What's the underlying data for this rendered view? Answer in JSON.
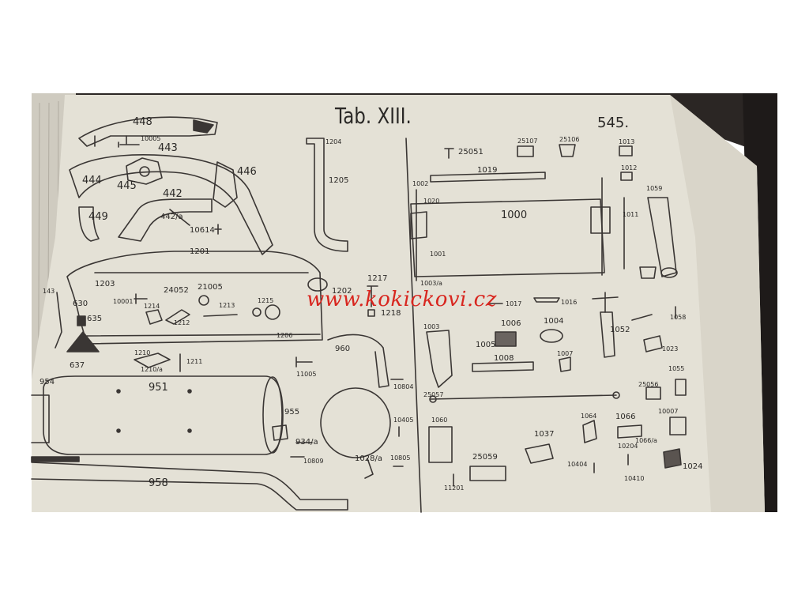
{
  "sheet": {
    "title": "Tab. XIII.",
    "page_number": "545.",
    "watermark": "www.kokickovi.cz"
  },
  "part_labels": [
    "448",
    "10005",
    "443",
    "446",
    "444",
    "445",
    "442",
    "449",
    "442/a",
    "10614",
    "1204",
    "1205",
    "1201",
    "1203",
    "1202",
    "1217",
    "1218",
    "630",
    "635",
    "637",
    "143",
    "10001",
    "1214",
    "24052",
    "1212",
    "21005",
    "1213",
    "1215",
    "1206",
    "1210",
    "1210/a",
    "1211",
    "954",
    "951",
    "955",
    "934/a",
    "10809",
    "958",
    "11005",
    "960",
    "10804",
    "10405",
    "1028/a",
    "10805",
    "25051",
    "25107",
    "25106",
    "1013",
    "1019",
    "1002",
    "1012",
    "1059",
    "1020",
    "1000",
    "1011",
    "1001",
    "1003/a",
    "1017",
    "1016",
    "1058",
    "1003",
    "1006",
    "1004",
    "1005",
    "1008",
    "1007",
    "1052",
    "1023",
    "1055",
    "25056",
    "25057",
    "10007",
    "1060",
    "1064",
    "1066",
    "1066/a",
    "1037",
    "25059",
    "11201",
    "10404",
    "10204",
    "10410",
    "1024"
  ]
}
